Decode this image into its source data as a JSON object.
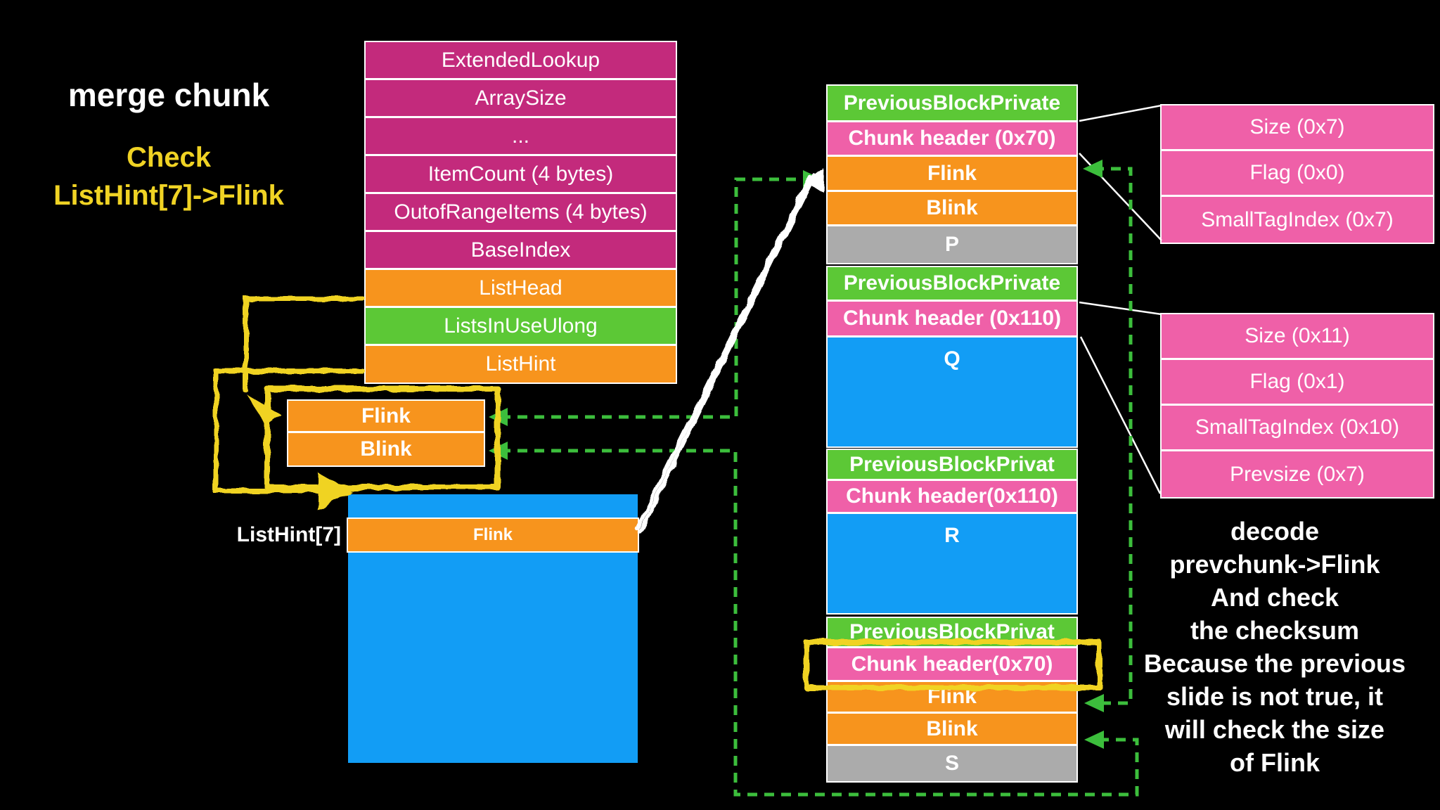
{
  "header": {
    "title": "merge chunk",
    "subtitle1": "Check",
    "subtitle2": "ListHint[7]->Flink"
  },
  "lookup_table": {
    "rows": [
      "ExtendedLookup",
      "ArraySize",
      "...",
      "ItemCount (4 bytes)",
      "OutofRangeItems (4 bytes)",
      "BaseIndex",
      "ListHead",
      "ListsInUseUlong",
      "ListHint"
    ]
  },
  "flink_blink_box": {
    "rows": [
      "Flink",
      "Blink"
    ]
  },
  "listhint7": {
    "label": "ListHint[7]",
    "flink": "Flink"
  },
  "chunks": [
    {
      "name": "P",
      "rows": [
        "PreviousBlockPrivate",
        "Chunk header (0x70)",
        "Flink",
        "Blink",
        "P"
      ]
    },
    {
      "name": "Q",
      "rows": [
        "PreviousBlockPrivate",
        "Chunk header (0x110)",
        "Q"
      ]
    },
    {
      "name": "R",
      "rows": [
        "PreviousBlockPrivat",
        "Chunk header(0x110)",
        "R"
      ]
    },
    {
      "name": "S",
      "rows": [
        "PreviousBlockPrivat",
        "Chunk header(0x70)",
        "Flink",
        "Blink",
        "S"
      ]
    }
  ],
  "details": [
    {
      "rows": [
        "Size (0x7)",
        "Flag (0x0)",
        "SmallTagIndex (0x7)"
      ]
    },
    {
      "rows": [
        "Size (0x11)",
        "Flag (0x1)",
        "SmallTagIndex (0x10)",
        "Prevsize (0x7)"
      ]
    }
  ],
  "note": {
    "lines": [
      "decode",
      "prevchunk->Flink",
      "And check",
      "the checksum",
      "Because the previous",
      "slide is not true, it",
      "will check the size",
      "of Flink"
    ]
  },
  "colors": {
    "magenta": "#C32A7C",
    "orange": "#F7941D",
    "green_row": "#5CC836",
    "pink": "#EF60A8",
    "blue": "#129DF5",
    "gray": "#ABABAB",
    "yellow": "#F0D324",
    "arrow_green": "#3CBE3C"
  }
}
